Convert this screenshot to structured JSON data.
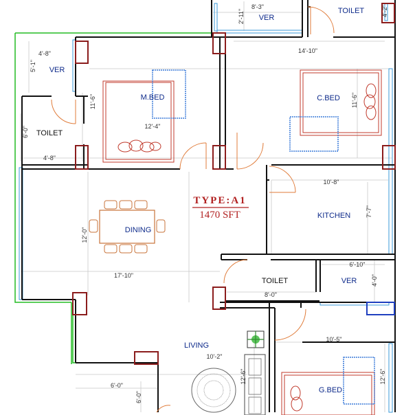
{
  "plan": {
    "type_label": "TYPE:A1",
    "area_label": "1470 SFT",
    "colors": {
      "room_text": "#0d2a8a",
      "title_red": "#b22222",
      "wall": "#111111",
      "column": "#8b1c1c",
      "outline": "#22bb22",
      "window": "#3a9ad9",
      "door": "#e07b39"
    },
    "rooms": {
      "toilet_top": "TOILET",
      "ver_top": "VER",
      "ver_left": "VER",
      "mbed": "M.BED",
      "cbed": "C.BED",
      "toilet_left": "TOILET",
      "dining": "DINING",
      "kitchen": "KITCHEN",
      "toilet_mid": "TOILET",
      "ver_mid": "VER",
      "living": "LIVING",
      "gbed": "G.BED"
    },
    "dims": {
      "ver_top_w": "8'-3\"",
      "ver_top_h": "2'-11\"",
      "toilet_top_h": "4'-2\"",
      "cbed_w": "14'-10\"",
      "cbed_h": "11'-6\"",
      "ver_left_w": "4'-8\"",
      "ver_left_h": "5'-1\"",
      "mbed_h": "11'-6\"",
      "mbed_w": "12'-4\"",
      "toilet_left_w": "4'-8\"",
      "toilet_left_h": "6'-0\"",
      "kitchen_w": "10'-8\"",
      "kitchen_h": "7'-7\"",
      "dining_h": "12'-0\"",
      "dining_w": "17'-10\"",
      "ver_mid_w": "6'-10\"",
      "ver_mid_h": "4'-0\"",
      "toilet_mid_w": "8'-0\"",
      "living_w": "10'-2\"",
      "living_h": "12'-6\"",
      "gbed_w": "10'-5\"",
      "gbed_h": "12'-6\"",
      "balcony_w": "6'-0\"",
      "balcony_h": "6'-0\""
    }
  }
}
